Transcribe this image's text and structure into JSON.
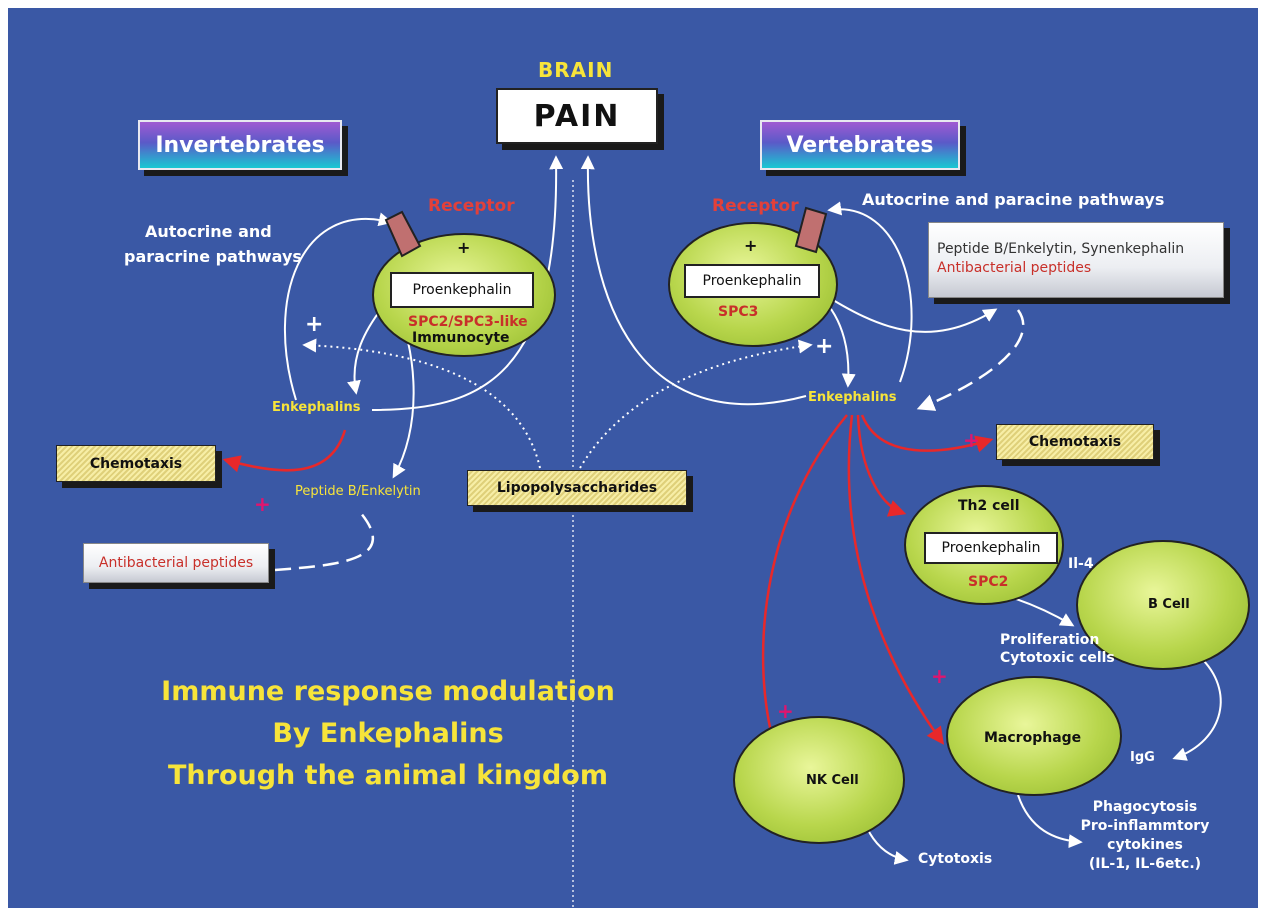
{
  "brain": "BRAIN",
  "pain": "PAIN",
  "invertebrates": {
    "header": "Invertebrates",
    "receptor": "Receptor",
    "proenkephalin": "Proenkephalin",
    "enzyme": "SPC2/SPC3-like",
    "cell": "Immunocyte",
    "pathways_line1": "Autocrine and",
    "pathways_line2": "paracrine pathways",
    "enkephalins": "Enkephalins",
    "chemotaxis": "Chemotaxis",
    "peptide_b": "Peptide B/Enkelytin",
    "antibacterial": "Antibacterial peptides"
  },
  "lipopolysaccharides": "Lipopolysaccharides",
  "vertebrates": {
    "header": "Vertebrates",
    "receptor": "Receptor",
    "pathways": "Autocrine and paracine pathways",
    "proenkephalin": "Proenkephalin",
    "enzyme": "SPC3",
    "peptide_box_line1": "Peptide B/Enkelytin, Synenkephalin",
    "peptide_box_line2": "Antibacterial peptides",
    "enkephalins": "Enkephalins",
    "chemotaxis": "Chemotaxis",
    "th2_cell": "Th2 cell",
    "th2_proenkephalin": "Proenkephalin",
    "th2_enzyme": "SPC2",
    "il4": "Il-4",
    "b_cell": "B Cell",
    "proliferation_line1": "Proliferation",
    "proliferation_line2": "Cytotoxic cells",
    "macrophage": "Macrophage",
    "igg": "IgG",
    "nk_cell": "NK Cell",
    "cytotoxis": "Cytotoxis",
    "phago_line1": "Phagocytosis",
    "phago_line2": "Pro-inflammtory",
    "phago_line3": "cytokines",
    "phago_line4": "(IL-1, IL-6etc.)"
  },
  "plus": "+",
  "title": {
    "line1": "Immune response modulation",
    "line2": "By Enkephalins",
    "line3": "Through the animal kingdom"
  },
  "colors": {
    "background": "#3a58a5",
    "label_yellow": "#f7e43a",
    "label_red": "#e2403a",
    "plus_magenta": "#e0156e",
    "cell_green": "#b8d64c"
  }
}
